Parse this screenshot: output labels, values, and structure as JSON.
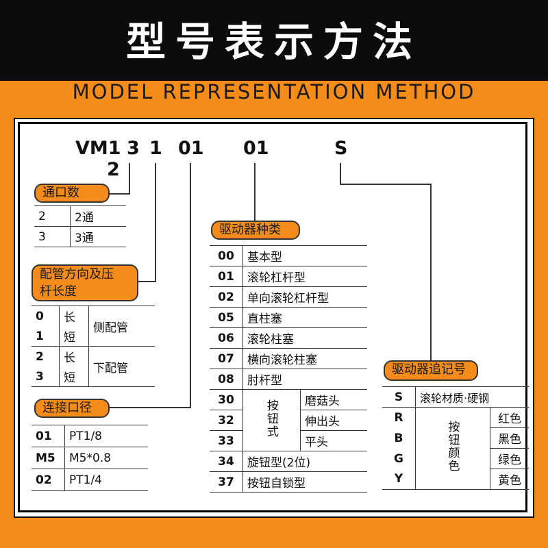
{
  "header": {
    "title_cn": "型号表示方法",
    "title_en": "MODEL REPRESENTATION METHOD"
  },
  "model_code": {
    "prefix": "VM1",
    "seg1": "3",
    "seg1_alt": "2",
    "seg2": "1",
    "seg3": "01",
    "seg4": "01",
    "seg5": "S"
  },
  "ports": {
    "label": "通口数",
    "rows": [
      {
        "code": "2",
        "desc": "2通"
      },
      {
        "code": "3",
        "desc": "3通"
      }
    ]
  },
  "piping": {
    "label_line1": "配管方向及压",
    "label_line2": "杆长度",
    "rows": [
      {
        "code": "0",
        "length": "长"
      },
      {
        "code": "1",
        "length": "短"
      },
      {
        "code": "2",
        "length": "长"
      },
      {
        "code": "3",
        "length": "短"
      }
    ],
    "group_side": "侧配管",
    "group_bottom": "下配管"
  },
  "connection": {
    "label": "连接口径",
    "rows": [
      {
        "code": "01",
        "desc": "PT1/8"
      },
      {
        "code": "M5",
        "desc": "M5*0.8"
      },
      {
        "code": "02",
        "desc": "PT1/4"
      }
    ]
  },
  "actuator": {
    "label": "驱动器种类",
    "rows": [
      {
        "code": "00",
        "desc": "基本型"
      },
      {
        "code": "01",
        "desc": "滚轮杠杆型"
      },
      {
        "code": "02",
        "desc": "单向滚轮杠杆型"
      },
      {
        "code": "05",
        "desc": "直柱塞"
      },
      {
        "code": "06",
        "desc": "滚轮柱塞"
      },
      {
        "code": "07",
        "desc": "横向滚轮柱塞"
      },
      {
        "code": "08",
        "desc": "肘杆型"
      }
    ],
    "button_group": "按钮式",
    "button_rows": [
      {
        "code": "30",
        "desc": "磨菇头"
      },
      {
        "code": "32",
        "desc": "伸出头"
      },
      {
        "code": "33",
        "desc": "平头"
      }
    ],
    "rows_after": [
      {
        "code": "34",
        "desc": "旋钮型(2位)"
      },
      {
        "code": "37",
        "desc": "按钮自锁型"
      }
    ]
  },
  "suffix": {
    "label": "驱动器追记号",
    "s_code": "S",
    "s_desc": "滚轮材质·硬钢",
    "color_group": "按钮颜色",
    "color_rows": [
      {
        "code": "R",
        "desc": "红色"
      },
      {
        "code": "B",
        "desc": "黑色"
      },
      {
        "code": "G",
        "desc": "绿色"
      },
      {
        "code": "Y",
        "desc": "黄色"
      }
    ]
  }
}
